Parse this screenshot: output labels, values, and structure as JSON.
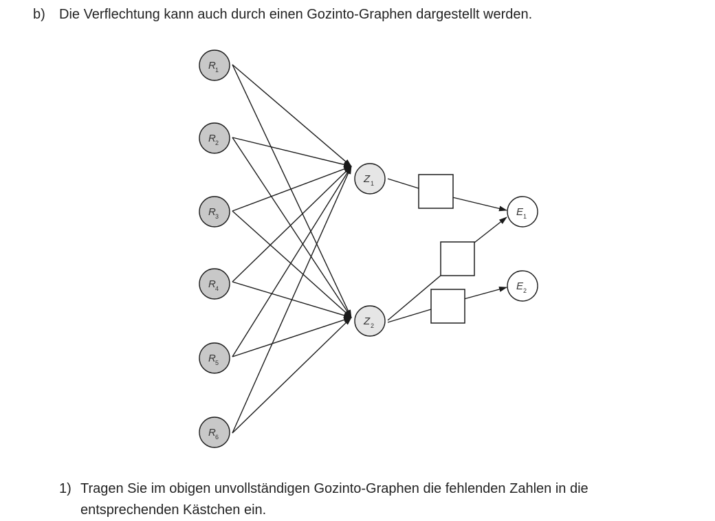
{
  "heading": {
    "label": "b)",
    "text": "Die Verflechtung kann auch durch einen Gozinto-Graphen dargestellt werden."
  },
  "graph": {
    "raw_materials": [
      {
        "letter": "R",
        "sub": "1"
      },
      {
        "letter": "R",
        "sub": "2"
      },
      {
        "letter": "R",
        "sub": "3"
      },
      {
        "letter": "R",
        "sub": "4"
      },
      {
        "letter": "R",
        "sub": "5"
      },
      {
        "letter": "R",
        "sub": "6"
      }
    ],
    "intermediates": [
      {
        "letter": "Z",
        "sub": "1"
      },
      {
        "letter": "Z",
        "sub": "2"
      }
    ],
    "end_products": [
      {
        "letter": "E",
        "sub": "1"
      },
      {
        "letter": "E",
        "sub": "2"
      }
    ],
    "colors": {
      "raw_fill": "#c8c8c8",
      "intermediate_fill": "#e6e6e6",
      "end_fill": "#ffffff",
      "stroke": "#1a1a1a"
    }
  },
  "task": {
    "number": "1)",
    "text": "Tragen Sie im obigen unvollständigen Gozinto-Graphen die fehlenden Zahlen in die entsprechenden Kästchen ein."
  }
}
